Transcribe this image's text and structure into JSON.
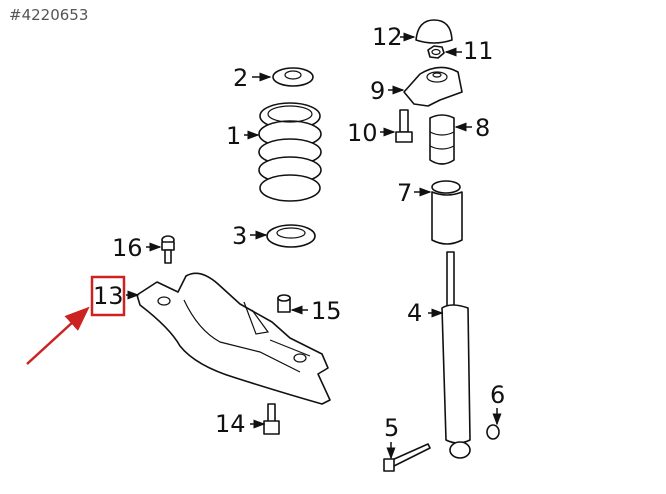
{
  "reference_number": "#4220653",
  "highlight_color": "#cc2222",
  "highlighted_callout": "13",
  "callouts": {
    "c1": "1",
    "c2": "2",
    "c3": "3",
    "c4": "4",
    "c5": "5",
    "c6": "6",
    "c7": "7",
    "c8": "8",
    "c9": "9",
    "c10": "10",
    "c11": "11",
    "c12": "12",
    "c13": "13",
    "c14": "14",
    "c15": "15",
    "c16": "16"
  }
}
